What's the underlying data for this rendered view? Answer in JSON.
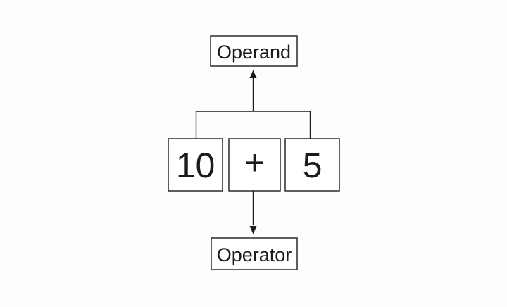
{
  "diagram": {
    "top_box": {
      "label": "Operand"
    },
    "middle_boxes": [
      {
        "label": "10"
      },
      {
        "label": "+"
      },
      {
        "label": "5"
      }
    ],
    "bottom_box": {
      "label": "Operator"
    },
    "expression": "10 + 5",
    "colors": {
      "line": "#1b1b1b",
      "text": "#1b1b1b",
      "background": "#fdfdfd",
      "box_fill": "#ffffff"
    }
  }
}
